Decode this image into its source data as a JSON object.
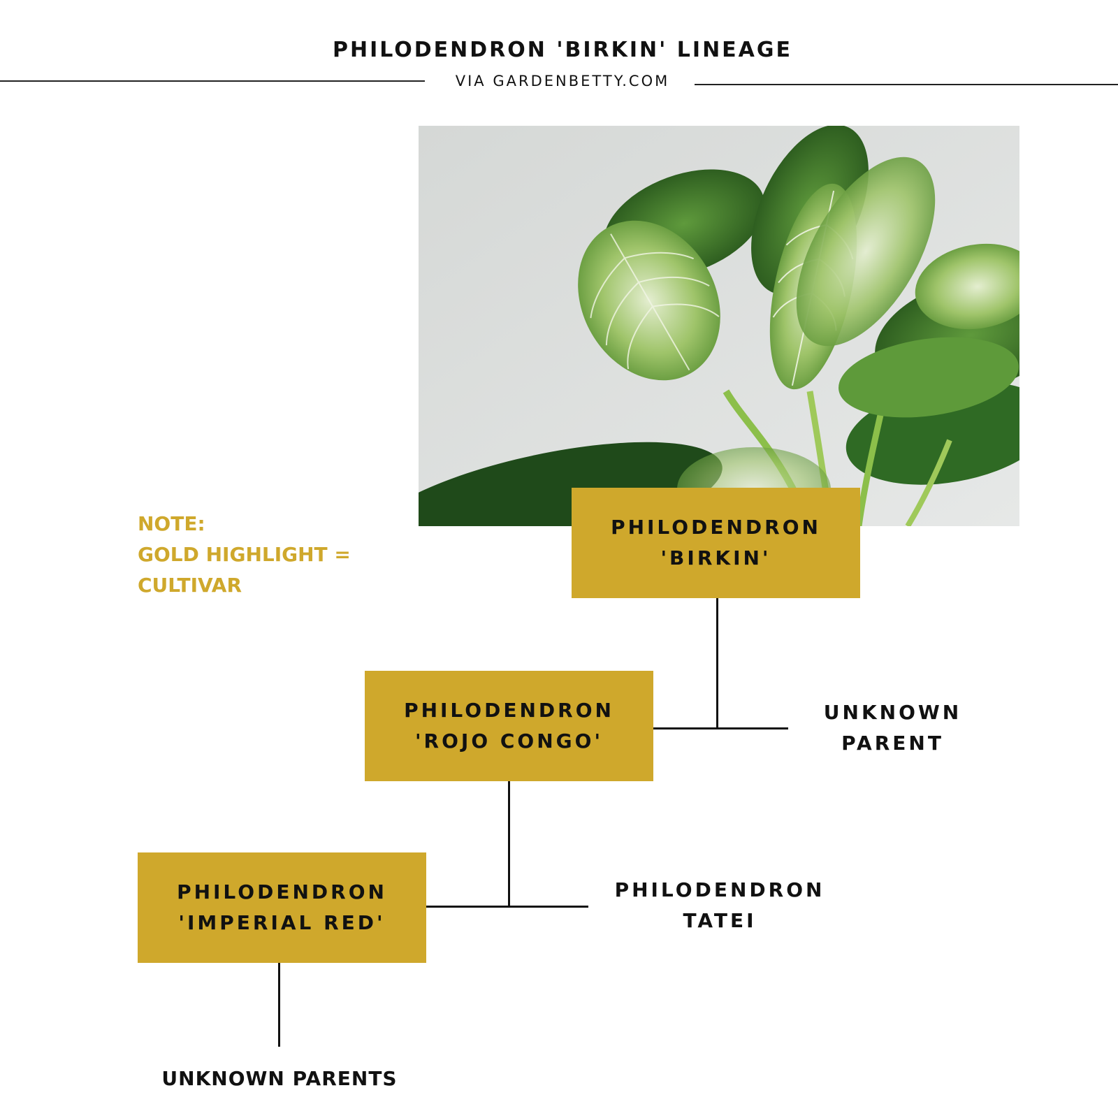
{
  "header": {
    "title": "PHILODENDRON 'BIRKIN' LINEAGE",
    "subtitle": "VIA GARDENBETTY.COM"
  },
  "note": {
    "line1": "NOTE:",
    "line2": "GOLD HIGHLIGHT =",
    "line3": "CULTIVAR"
  },
  "nodes": {
    "birkin": {
      "line1": "PHILODENDRON",
      "line2": "'BIRKIN'"
    },
    "rojo_congo": {
      "line1": "PHILODENDRON",
      "line2": "'ROJO CONGO'"
    },
    "imperial_red": {
      "line1": "PHILODENDRON",
      "line2": "'IMPERIAL RED'"
    },
    "unknown_parent": {
      "line1": "UNKNOWN",
      "line2": "PARENT"
    },
    "tatei": {
      "line1": "PHILODENDRON",
      "line2": "TATEI"
    },
    "unknown_parents": {
      "text": "UNKNOWN PARENTS"
    }
  },
  "colors": {
    "cultivar_gold": "#cfa82c",
    "text": "#111111",
    "background": "#ffffff"
  }
}
